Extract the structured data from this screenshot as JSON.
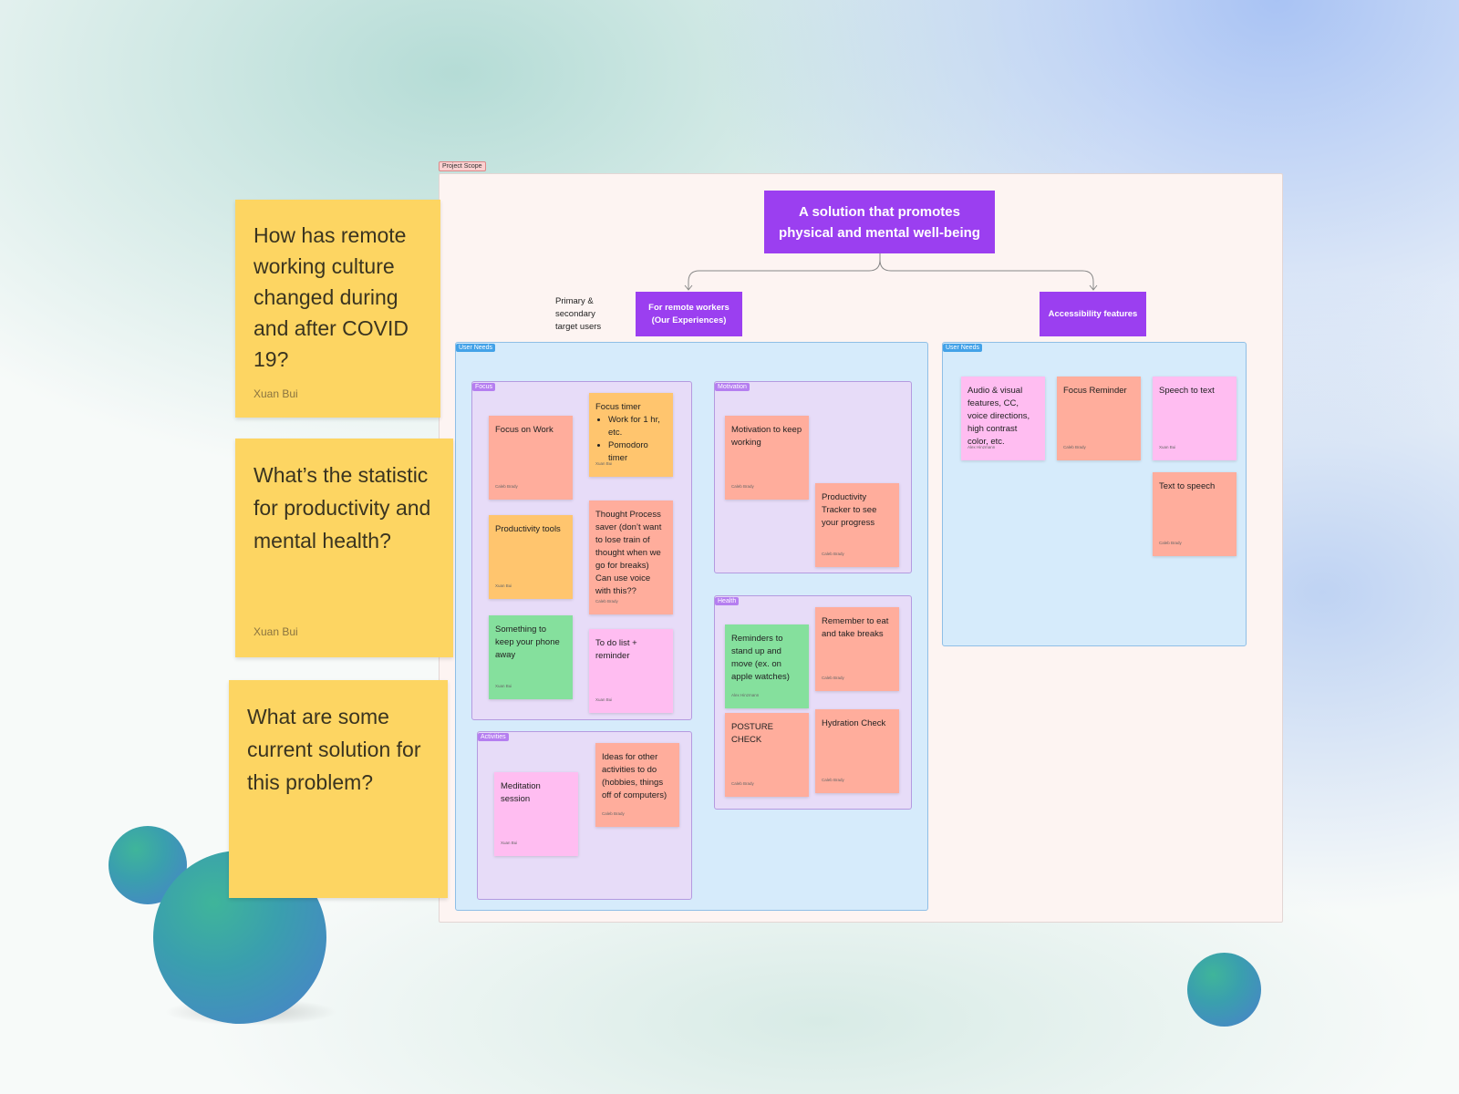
{
  "questions": [
    {
      "text": "How has remote working culture changed during and after COVID 19?",
      "author": "Xuan Bui"
    },
    {
      "text": "What’s the statistic for productivity and mental health?",
      "author": "Xuan Bui"
    },
    {
      "text": "What are some current solution for this problem?"
    }
  ],
  "board": {
    "tag": "Project Scope",
    "main_heading": "A solution that promotes physical and mental well-being",
    "target_label": "Primary & secondary target users",
    "branch_left": "For remote workers (Our Experiences)",
    "branch_right": "Accessibility features",
    "left_section_tag": "User Needs",
    "right_section_tag": "User Needs"
  },
  "groups": {
    "focus": {
      "tag": "Focus",
      "notes": [
        {
          "text": "Focus on Work",
          "author": "Caleb Brady"
        },
        {
          "title": "Focus timer",
          "bullets": [
            "Work for 1 hr, etc.",
            "Pomodoro timer"
          ],
          "author": "Xuan Bui"
        },
        {
          "text": "Productivity tools",
          "author": "Xuan Bui"
        },
        {
          "text": "Thought Process saver (don’t want to lose train of thought when we go for breaks) Can use voice with this??",
          "author": "Caleb Brady"
        },
        {
          "text": "Something to keep your phone away",
          "author": "Xuan Bui"
        },
        {
          "text": "To do list + reminder",
          "author": "Xuan Bui"
        }
      ]
    },
    "motivation": {
      "tag": "Motivation",
      "notes": [
        {
          "text": "Motivation to keep working",
          "author": "Caleb Brady"
        },
        {
          "text": "Productivity Tracker to see your progress",
          "author": "Caleb Brady"
        }
      ]
    },
    "health": {
      "tag": "Health",
      "notes": [
        {
          "text": "Reminders to stand up and move (ex. on apple watches)",
          "author": "Alex Hinzmann"
        },
        {
          "text": "Remember to eat and take breaks",
          "author": "Caleb Brady"
        },
        {
          "text": "POSTURE CHECK",
          "author": "Caleb Brady"
        },
        {
          "text": "Hydration Check",
          "author": "Caleb Brady"
        }
      ]
    },
    "activities": {
      "tag": "Activities",
      "notes": [
        {
          "text": "Meditation session",
          "author": "Xuan Bui"
        },
        {
          "text": "Ideas for other activities to do (hobbies, things off of computers)",
          "author": "Caleb Brady"
        }
      ]
    },
    "accessibility": {
      "notes": [
        {
          "text": "Audio & visual features, CC, voice directions, high contrast color, etc.",
          "author": "Alex Hinzmann"
        },
        {
          "text": "Focus Reminder",
          "author": "Caleb Brady"
        },
        {
          "text": "Speech to text",
          "author": "Xuan Bui"
        },
        {
          "text": "Text to speech",
          "author": "Caleb Brady"
        }
      ]
    }
  },
  "colors": {
    "question_note": "#fdd562",
    "heading_purple": "#9b3ff0",
    "section_blue": "#d6ebfb",
    "group_lavender": "#e7dcf8",
    "sticky_salmon": "#ffad9c",
    "sticky_orange": "#ffc56e",
    "sticky_green": "#85e09d",
    "sticky_pink": "#ffbdf1"
  }
}
